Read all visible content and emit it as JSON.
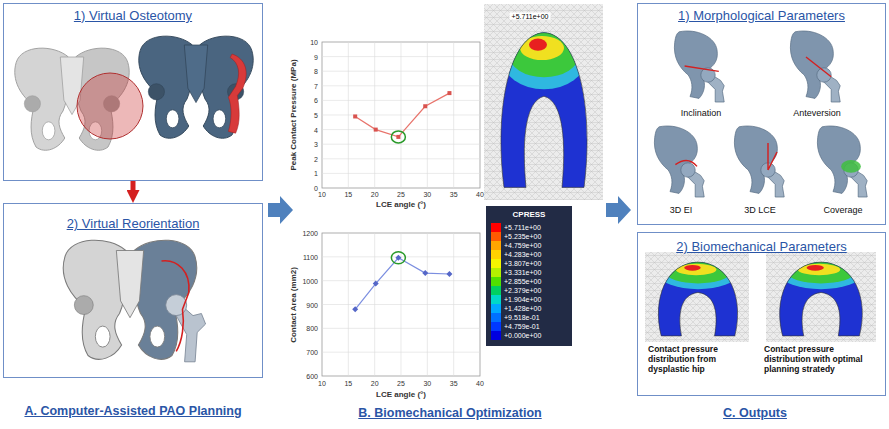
{
  "diagram": {
    "nodes": [
      {
        "text": [
          "1) Virtual Osteotomy"
        ]
      },
      {
        "text": [
          "2) Virtual Reorientation"
        ]
      },
      {
        "text": [
          "1) Morphological Parameters",
          "Inclination",
          "Anteversion",
          "3D EI",
          "3D LCE",
          "Coverage"
        ]
      },
      {
        "text": [
          "2) Biomechanical Parameters",
          "Contact pressure distribution from dysplastic hip",
          "Contact pressure distribution with optimal planning stratedy"
        ]
      }
    ],
    "edges": [
      {
        "from": 0,
        "to": 1,
        "arrow": "to"
      }
    ],
    "labels": [
      "A. Computer-Assisted PAO Planning",
      "Peak Contact Pressure (MPa)",
      "10",
      "9",
      "8",
      "7",
      "6",
      "5",
      "4",
      "3",
      "2",
      "1",
      "0",
      "10",
      "15",
      "20",
      "25",
      "30",
      "35",
      "40",
      "LCE angle (°)",
      "Contact Area (mm2)",
      "1200",
      "1100",
      "1000",
      "900",
      "800",
      "700",
      "600",
      "10",
      "15",
      "20",
      "25",
      "30",
      "35",
      "40",
      "LCE angle (°)",
      "+5.711e+00",
      "CPRESS",
      "B. Biomechanical Optimization",
      "C. Outputs"
    ],
    "legend": [
      {
        "text": "+5.711e+00",
        "color": "#ff0000"
      },
      {
        "text": "+5.235e+00",
        "color": "#ff5a00"
      },
      {
        "text": "+4.759e+00",
        "color": "#ffa500"
      },
      {
        "text": "+4.283e+00",
        "color": "#ffd200"
      },
      {
        "text": "+3.807e+00",
        "color": "#f5f500"
      },
      {
        "text": "+3.331e+00",
        "color": "#b4f000"
      },
      {
        "text": "+2.855e+00",
        "color": "#50e000"
      },
      {
        "text": "+2.379e+00",
        "color": "#00d060"
      },
      {
        "text": "+1.904e+00",
        "color": "#00d8c8"
      },
      {
        "text": "+1.428e+00",
        "color": "#00a8ff"
      },
      {
        "text": "+9.518e-01",
        "color": "#0070ff"
      },
      {
        "text": "+4.759e-01",
        "color": "#0038ff"
      },
      {
        "text": "+0.000e+00",
        "color": "#0000e0"
      }
    ]
  }
}
